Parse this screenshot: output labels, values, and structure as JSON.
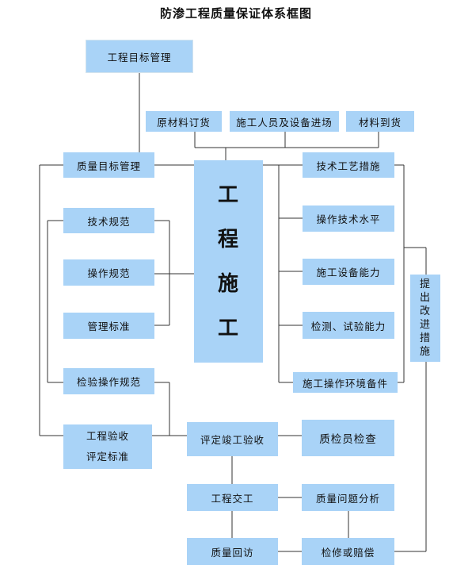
{
  "title": "防渗工程质量保证体系框图",
  "nodes": {
    "goal_mgmt_top": "工程目标管理",
    "raw_material_order": "原材料订货",
    "staff_equipment_entry": "施工人员及设备进场",
    "material_arrival": "材料到货",
    "quality_goal_mgmt": "质量目标管理",
    "construction": "工程施工",
    "tech_process_measures": "技术工艺措施",
    "tech_spec": "技术规范",
    "op_tech_level": "操作技术水平",
    "op_spec": "操作规范",
    "equipment_capability": "施工设备能力",
    "improvement_measures": "提出改进措施",
    "mgmt_standard": "管理标准",
    "test_capability": "检测、试验能力",
    "inspection_op_spec": "检验操作规范",
    "environment_prep": "施工操作环境备件",
    "acceptance_standard_line1": "工程验收",
    "acceptance_standard_line2": "评定标准",
    "completion_acceptance": "评定竣工验收",
    "qc_inspection": "质检员检查",
    "handover": "工程交工",
    "problem_analysis": "质量问题分析",
    "return_visit": "质量回访",
    "repair_compensation": "检修或赔偿"
  },
  "colors": {
    "box_fill": "#a9d3f7",
    "line": "#333333"
  }
}
